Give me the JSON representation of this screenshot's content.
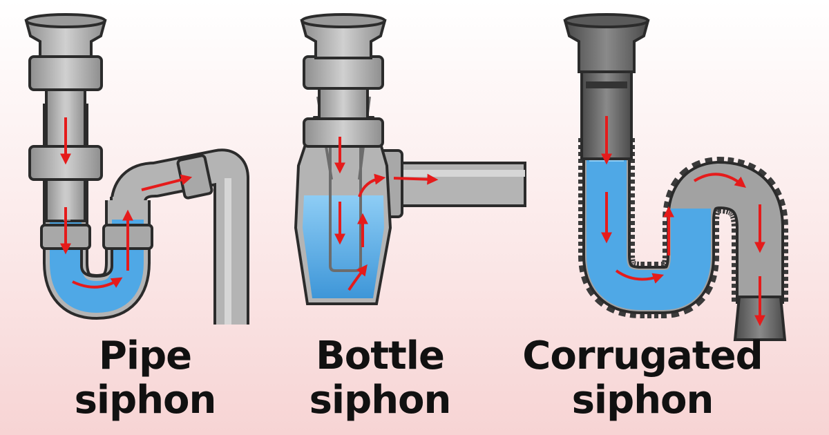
{
  "colors": {
    "pipe": "#b4b4b4",
    "pipe_dark": "#8e8e8e",
    "pipe_light": "#d6d6d6",
    "outline": "#2b2b2b",
    "water": "#4fa8e6",
    "water_light": "#8ecdf5",
    "arrow": "#e51b1b",
    "background_top": "#ffffff",
    "background_bottom": "#f7d4d4"
  },
  "siphons": [
    {
      "id": "pipe",
      "line1": "Pipe",
      "line2": "siphon"
    },
    {
      "id": "bottle",
      "line1": "Bottle",
      "line2": "siphon"
    },
    {
      "id": "corrugated",
      "line1": "Corrugated",
      "line2": "siphon"
    }
  ]
}
